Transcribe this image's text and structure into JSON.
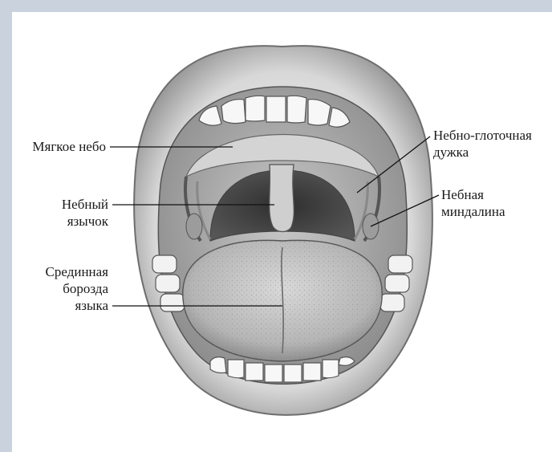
{
  "labels": {
    "soft_palate": "Мягкое небо",
    "uvula": "Небный\nязычок",
    "median_sulcus": "Срединная\nборозда\nязыка",
    "palatoglossal_arch": "Небно-глоточная\nдужка",
    "palatine_tonsil": "Небная\nминдалина"
  },
  "colors": {
    "frame": "#c9d2dd",
    "panel": "#ffffff",
    "line": "#111111"
  }
}
